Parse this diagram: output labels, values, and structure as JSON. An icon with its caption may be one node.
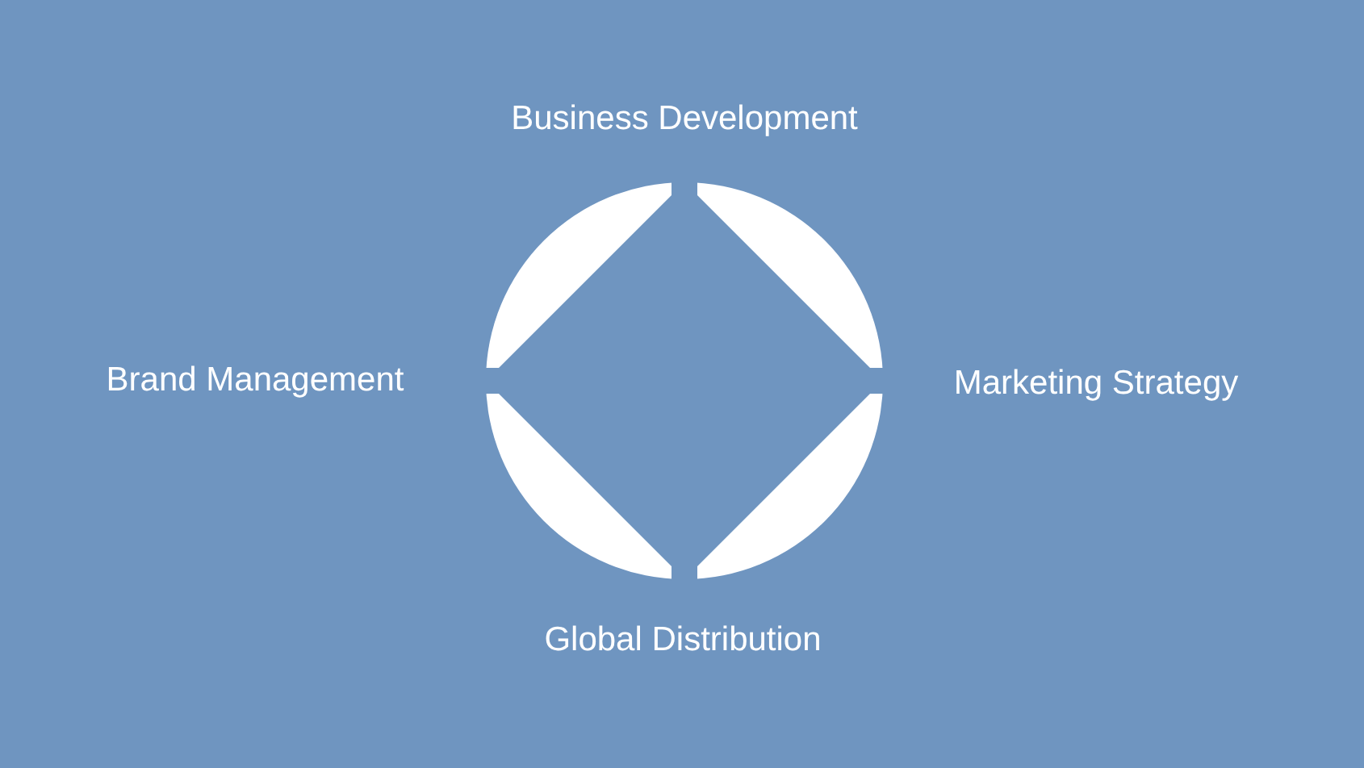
{
  "diagram": {
    "labels": [
      "Business Development",
      "Brand Management",
      "Marketing Strategy",
      "Global Distribution"
    ]
  }
}
